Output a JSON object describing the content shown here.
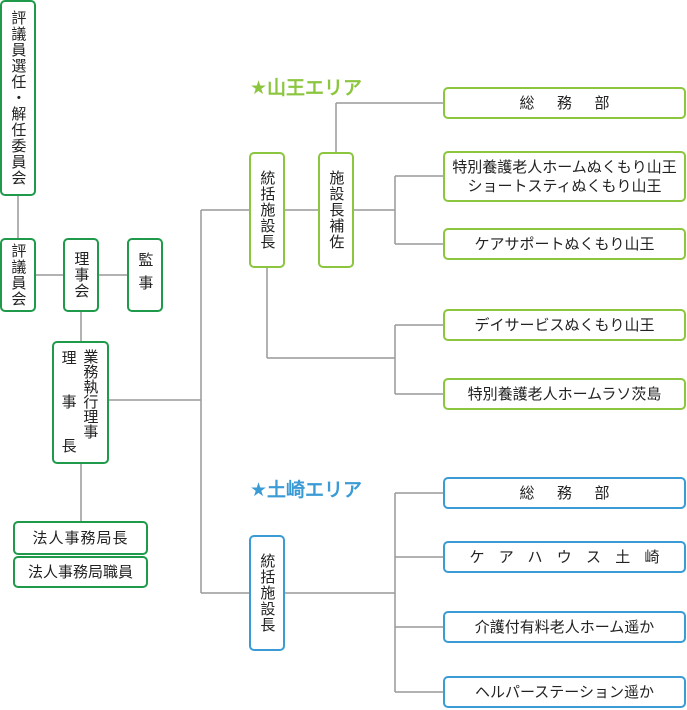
{
  "colors": {
    "dark_green": "#1f9a4a",
    "light_green": "#8cc63f",
    "blue": "#3a9bd5",
    "line": "#999999"
  },
  "left": {
    "hyogiin_senin": "評議員選任・解任委員会",
    "hyogiin_kai": "評議員会",
    "rijikai": "理事会",
    "kanji": "監事",
    "gyomu_col1": "業務執行理事",
    "gyomu_col2": [
      "理",
      "事",
      "長"
    ],
    "hojin_kyokucho": "法人事務局長",
    "hojin_shokuin": "法人事務局職員"
  },
  "sanno": {
    "area_label": "★山王エリア",
    "tokatsu": "統括施設長",
    "hosa": "施設長補佐",
    "items": [
      "総務部",
      [
        "特別養護老人ホームぬくもり山王",
        "ショートスティぬくもり山王"
      ],
      "ケアサポートぬくもり山王",
      "デイサービスぬくもり山王",
      "特別養護老人ホームラソ茨島"
    ]
  },
  "tsuchizaki": {
    "area_label": "★土崎エリア",
    "tokatsu": "統括施設長",
    "items": [
      "総務部",
      "ケアハウス土崎",
      "介護付有料老人ホーム遥か",
      "ヘルパーステーション遥か"
    ]
  }
}
